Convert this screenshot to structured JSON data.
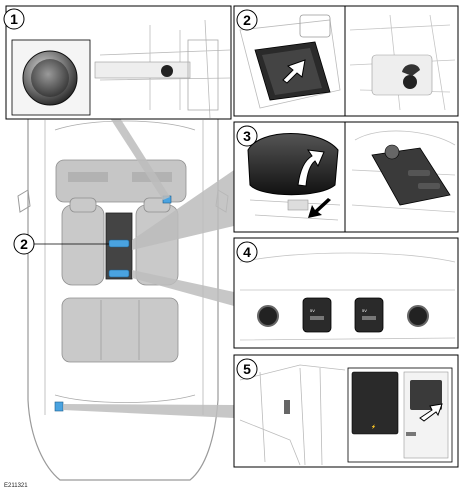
{
  "figure": {
    "reference_code": "E211321",
    "callouts": [
      "1",
      "2",
      "3",
      "4",
      "5"
    ],
    "socket_labels": [
      "5V",
      "5V"
    ],
    "panel5_button_label": "⚡"
  }
}
